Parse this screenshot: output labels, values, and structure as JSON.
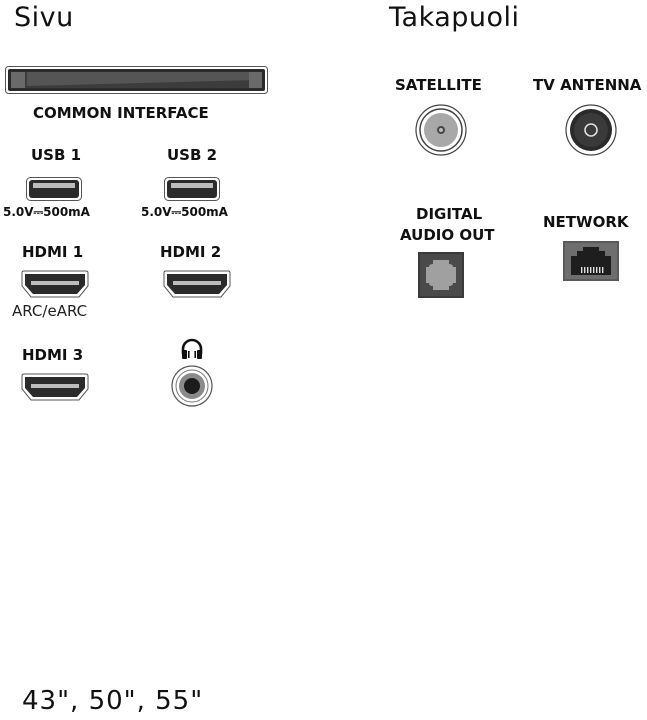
{
  "sections": {
    "side": {
      "title": "Sivu"
    },
    "back": {
      "title": "Takapuoli"
    }
  },
  "side_ports": {
    "common_interface": {
      "label": "COMMON INTERFACE",
      "icon": "ci-slot-icon"
    },
    "usb1": {
      "label": "USB 1",
      "rating": "5.0V⎓500mA",
      "icon": "usb-port-icon"
    },
    "usb2": {
      "label": "USB 2",
      "rating": "5.0V⎓500mA",
      "icon": "usb-port-icon"
    },
    "hdmi1": {
      "label": "HDMI 1",
      "note": "ARC/eARC",
      "icon": "hdmi-port-icon"
    },
    "hdmi2": {
      "label": "HDMI 2",
      "icon": "hdmi-port-icon"
    },
    "hdmi3": {
      "label": "HDMI 3",
      "icon": "hdmi-port-icon"
    },
    "headphone": {
      "icon": "headphone-icon",
      "jack_icon": "audio-jack-icon"
    }
  },
  "back_ports": {
    "satellite": {
      "label": "SATELLITE",
      "icon": "satellite-connector-icon"
    },
    "tv_antenna": {
      "label": "TV ANTENNA",
      "icon": "antenna-connector-icon"
    },
    "digital_audio_out": {
      "label_line1": "DIGITAL",
      "label_line2": "AUDIO OUT",
      "icon": "optical-port-icon"
    },
    "network": {
      "label": "NETWORK",
      "icon": "ethernet-port-icon"
    }
  },
  "footer": {
    "sizes": "43\", 50\", 55\""
  }
}
